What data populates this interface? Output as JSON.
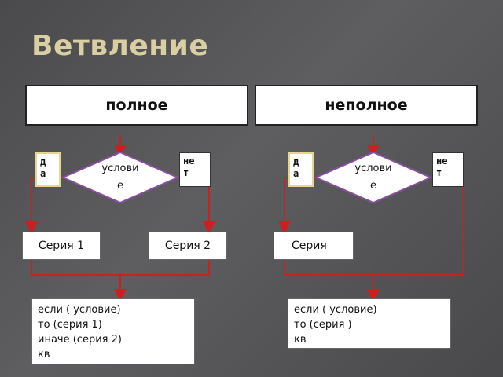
{
  "title": "Ветвление",
  "full": {
    "header": "полное",
    "yes_label": "д\nа",
    "no_label": "не\nт",
    "condition_line1": "услови",
    "condition_line2": "е",
    "series1": "Серия 1",
    "series2": "Серия 2",
    "code": [
      "если ( условие)",
      "то (серия 1)",
      "иначе (серия 2)",
      "кв"
    ]
  },
  "partial": {
    "header": "неполное",
    "yes_label": "д\nа",
    "no_label": "не\nт",
    "condition_line1": "услови",
    "condition_line2": "е",
    "series": "Серия",
    "code": [
      "если ( условие)",
      "то (серия )",
      "кв"
    ]
  },
  "colors": {
    "title": "#d9cfa3",
    "line": "#cc1f1f",
    "diamond_border": "#8a4fa0"
  }
}
